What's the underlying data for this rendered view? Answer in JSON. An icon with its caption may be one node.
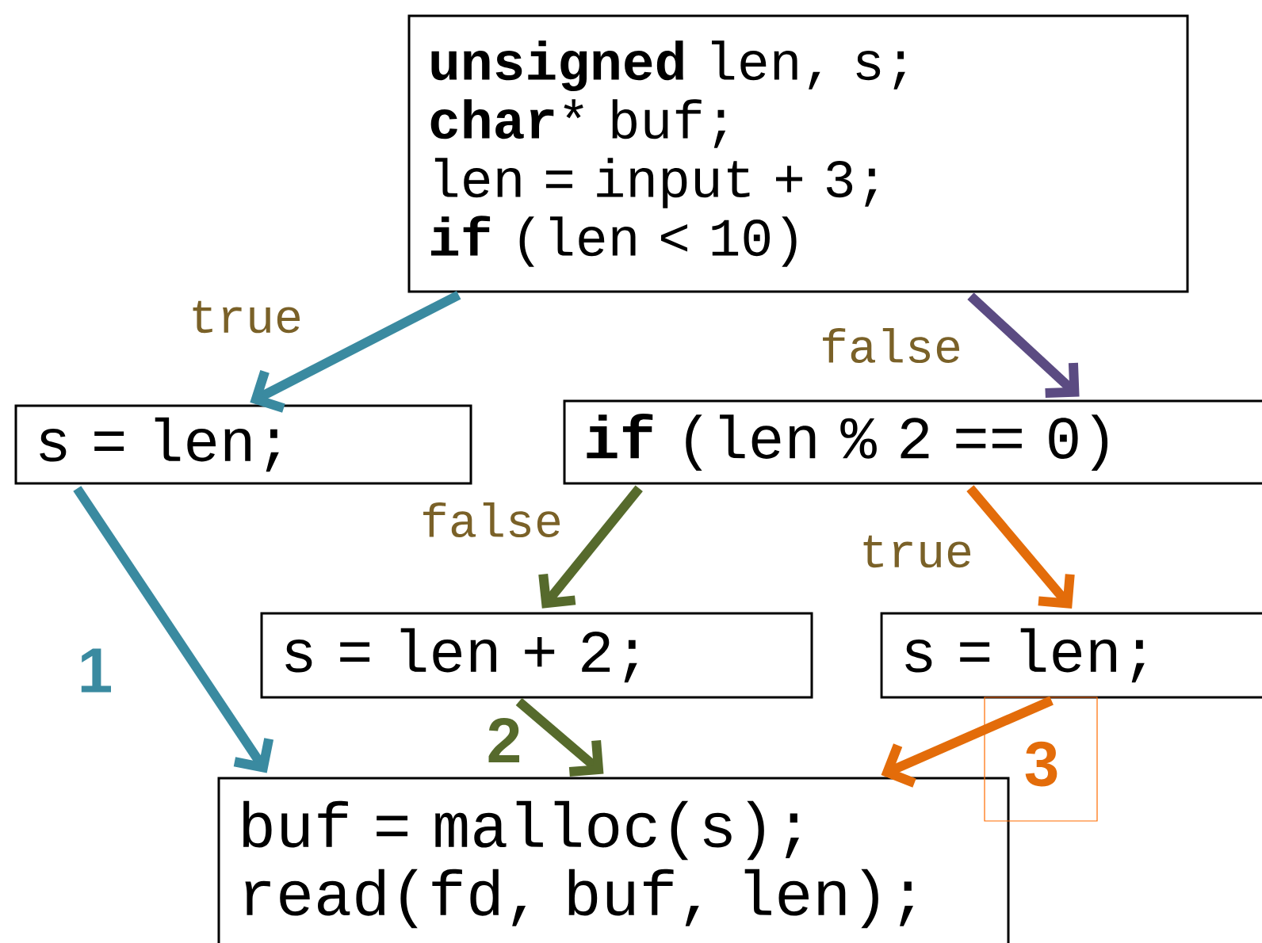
{
  "diagram": {
    "nodes": [
      {
        "text": [
          "**unsigned** len, s;",
          "**char*** buf;",
          "len = input + 3;",
          "**if** (len < 10)"
        ]
      },
      {
        "text": [
          "s = len;"
        ]
      },
      {
        "text": [
          "**if** (len % 2 == 0)"
        ]
      },
      {
        "text": [
          "s = len + 2;"
        ]
      },
      {
        "text": [
          "s = len;"
        ]
      },
      {
        "text": [
          "buf = malloc(s);",
          "read(fd, buf, len);"
        ]
      }
    ],
    "edges": [
      {
        "from": 0,
        "to": 1,
        "arrow": "to",
        "label": "true",
        "color": "#3a8aa0"
      },
      {
        "from": 0,
        "to": 2,
        "arrow": "to",
        "label": "false",
        "color": "#5b4b82"
      },
      {
        "from": 2,
        "to": 3,
        "arrow": "to",
        "label": "false",
        "color": "#566a2c"
      },
      {
        "from": 2,
        "to": 4,
        "arrow": "to",
        "label": "true",
        "color": "#e36c0a"
      },
      {
        "from": 1,
        "to": 5,
        "arrow": "to",
        "color": "#3a8aa0"
      },
      {
        "from": 3,
        "to": 5,
        "arrow": "to",
        "color": "#566a2c"
      },
      {
        "from": 4,
        "to": 5,
        "arrow": "to",
        "color": "#e36c0a"
      }
    ],
    "labels": [
      "1",
      "2",
      "3"
    ]
  }
}
